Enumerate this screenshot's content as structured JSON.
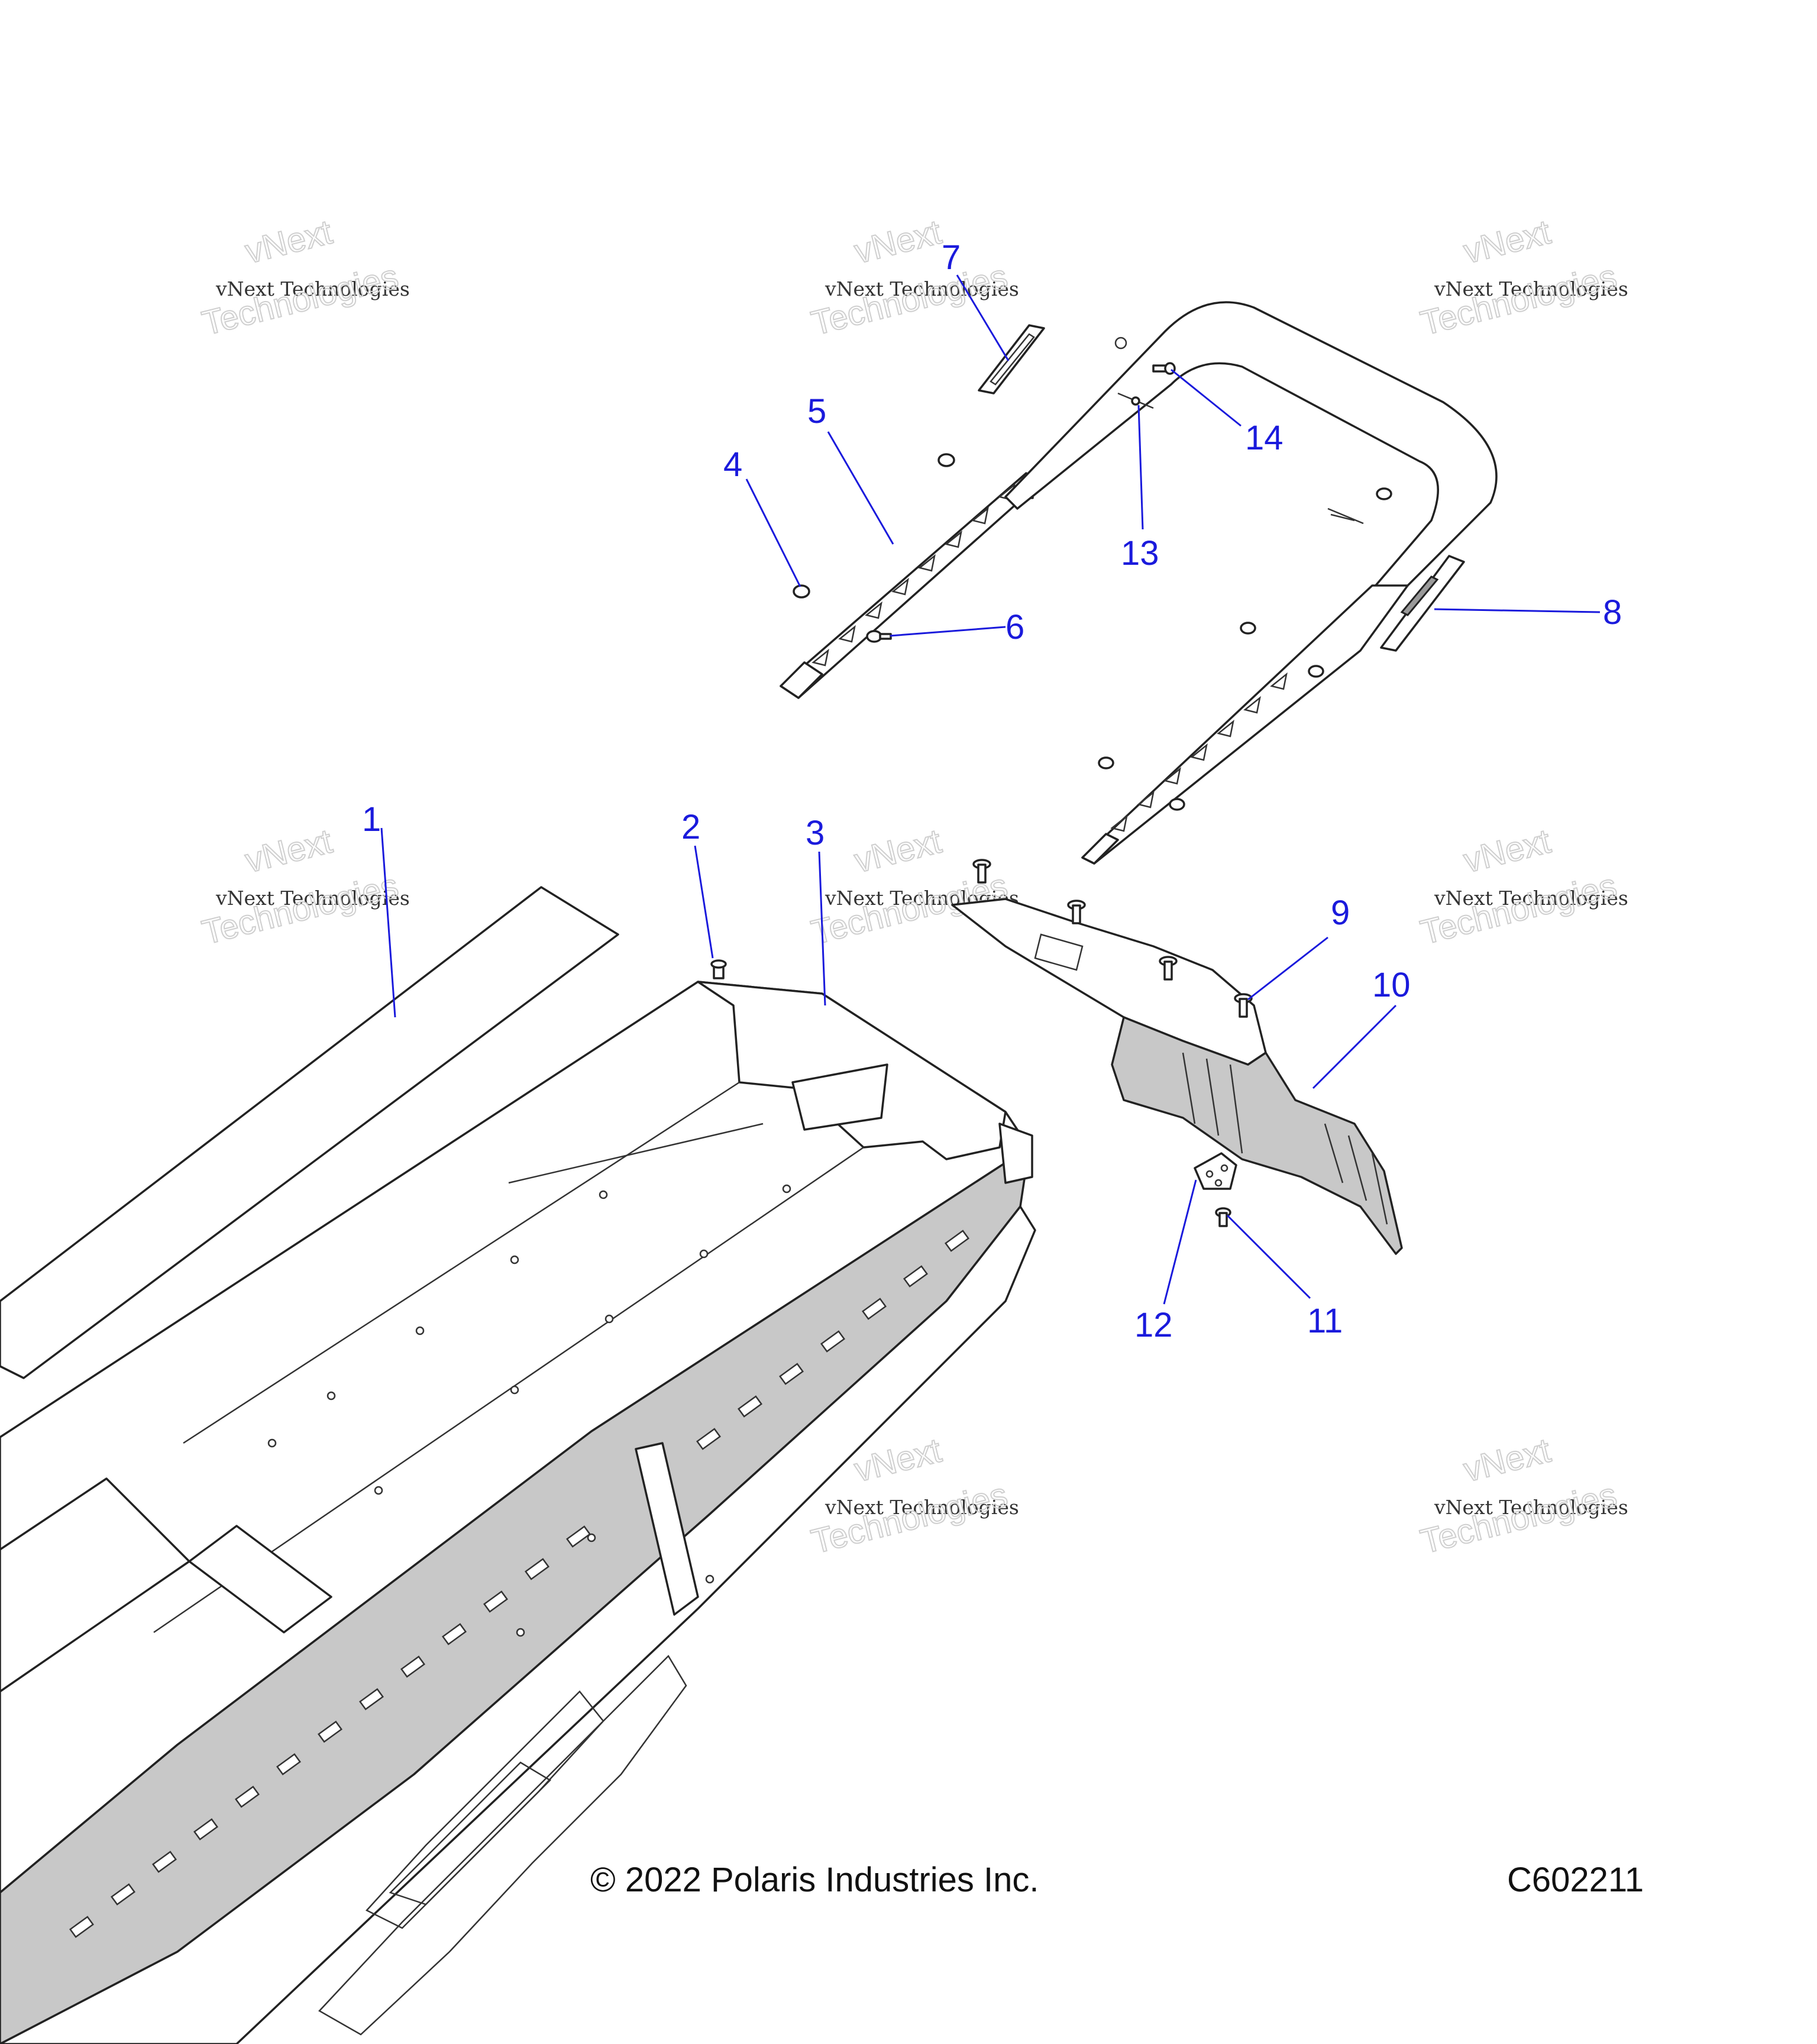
{
  "watermark": {
    "line1": "vNext",
    "line2": "vNext Technologies",
    "line3": "Technologies"
  },
  "callouts": [
    {
      "id": "1",
      "label": "1"
    },
    {
      "id": "2",
      "label": "2"
    },
    {
      "id": "3",
      "label": "3"
    },
    {
      "id": "4",
      "label": "4"
    },
    {
      "id": "5",
      "label": "5"
    },
    {
      "id": "6",
      "label": "6"
    },
    {
      "id": "7",
      "label": "7"
    },
    {
      "id": "8",
      "label": "8"
    },
    {
      "id": "9",
      "label": "9"
    },
    {
      "id": "10",
      "label": "10"
    },
    {
      "id": "11",
      "label": "11"
    },
    {
      "id": "12",
      "label": "12"
    },
    {
      "id": "13",
      "label": "13"
    },
    {
      "id": "14",
      "label": "14"
    }
  ],
  "footer": {
    "copyright": "© 2022 Polaris Industries Inc.",
    "drawing_number": "C602211"
  },
  "colors": {
    "callout": "#1a1adc",
    "line": "#222222",
    "shade": "#c8c8c8"
  }
}
